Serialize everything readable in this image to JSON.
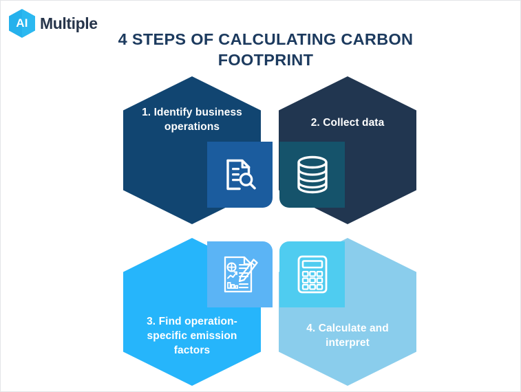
{
  "logo": {
    "mark_text": "AI",
    "word": "Multiple",
    "mark_icon": "hexagon-logo-icon",
    "color": "#2BB8F0"
  },
  "header": {
    "title": "4 STEPS OF CALCULATING CARBON FOOTPRINT",
    "title_color": "#1C3A5E"
  },
  "steps": [
    {
      "number": "1",
      "label": "1. Identify business operations",
      "hex_color": "#114571",
      "tile_color": "#1B5C9E",
      "icon": "document-search-icon"
    },
    {
      "number": "2",
      "label": "2. Collect data",
      "hex_color": "#213650",
      "tile_color": "#15536B",
      "icon": "database-icon"
    },
    {
      "number": "3",
      "label": "3. Find operation-specific emission factors",
      "hex_color": "#26B5FB",
      "tile_color": "#5BB4F5",
      "icon": "report-pencil-icon"
    },
    {
      "number": "4",
      "label": "4. Calculate and interpret",
      "hex_color": "#8ACDEC",
      "tile_color": "#4FCCF0",
      "icon": "calculator-icon"
    }
  ],
  "background": "#ffffff"
}
